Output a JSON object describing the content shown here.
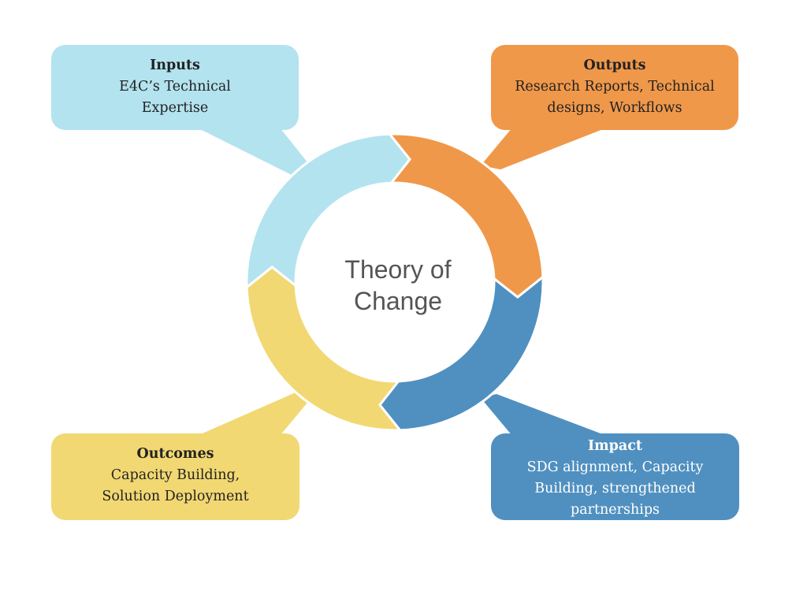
{
  "center": {
    "title_line1": "Theory of",
    "title_line2": "Change"
  },
  "colors": {
    "inputs": "#b3e3ef",
    "outputs": "#f0984a",
    "impact": "#5090c0",
    "outcomes": "#f2d873"
  },
  "stages": {
    "inputs": {
      "title": "Inputs",
      "description": "E4C’s Technical\nExpertise"
    },
    "outputs": {
      "title": "Outputs",
      "description": "Research Reports, Technical\ndesigns, Workflows"
    },
    "outcomes": {
      "title": "Outcomes",
      "description": "Capacity Building,\nSolution Deployment"
    },
    "impact": {
      "title": "Impact",
      "description": "SDG alignment, Capacity\nBuilding, strengthened\npartnerships"
    }
  }
}
